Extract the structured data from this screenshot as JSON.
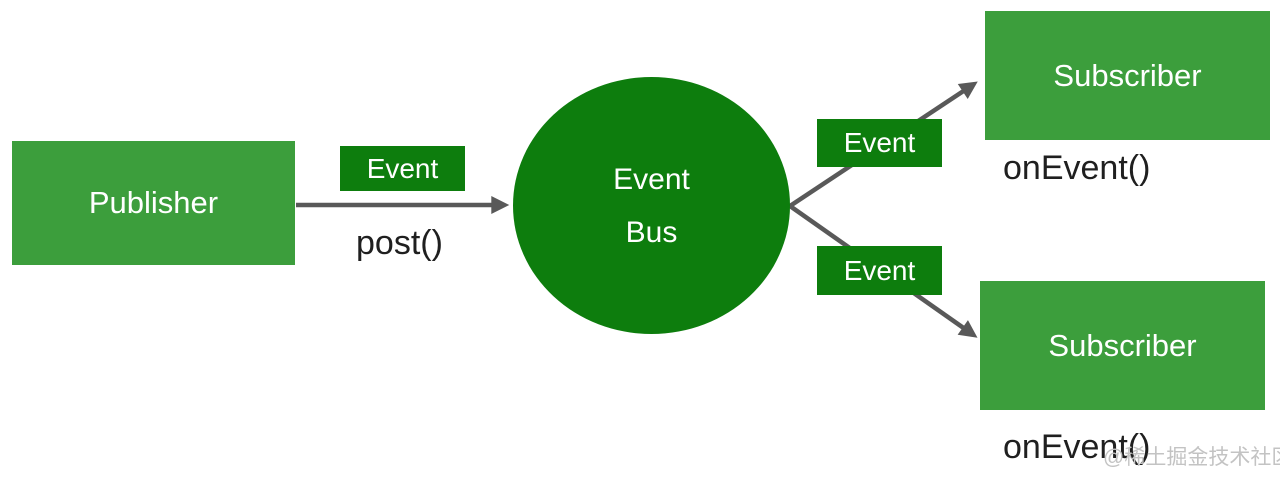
{
  "diagram": {
    "title_hint": "Event Bus publish-subscribe diagram",
    "publisher": {
      "label": "Publisher",
      "method_label": "post()"
    },
    "bus": {
      "label_line1": "Event",
      "label_line2": "Bus"
    },
    "arrows": [
      {
        "name": "post-arrow",
        "event_label": "Event"
      },
      {
        "name": "subscribe-arrow-top",
        "event_label": "Event"
      },
      {
        "name": "subscribe-arrow-bottom",
        "event_label": "Event"
      }
    ],
    "subscribers": [
      {
        "label": "Subscriber",
        "method_label": "onEvent()"
      },
      {
        "label": "Subscriber",
        "method_label": "onEvent()"
      }
    ],
    "watermark": "@稀土掘金技术社区",
    "colors": {
      "box_green": "#3C9E3C",
      "dark_green": "#0D7D0D",
      "arrow_gray": "#595959",
      "text_black": "#1F1F1F",
      "watermark_gray": "#C3C3C3"
    }
  }
}
